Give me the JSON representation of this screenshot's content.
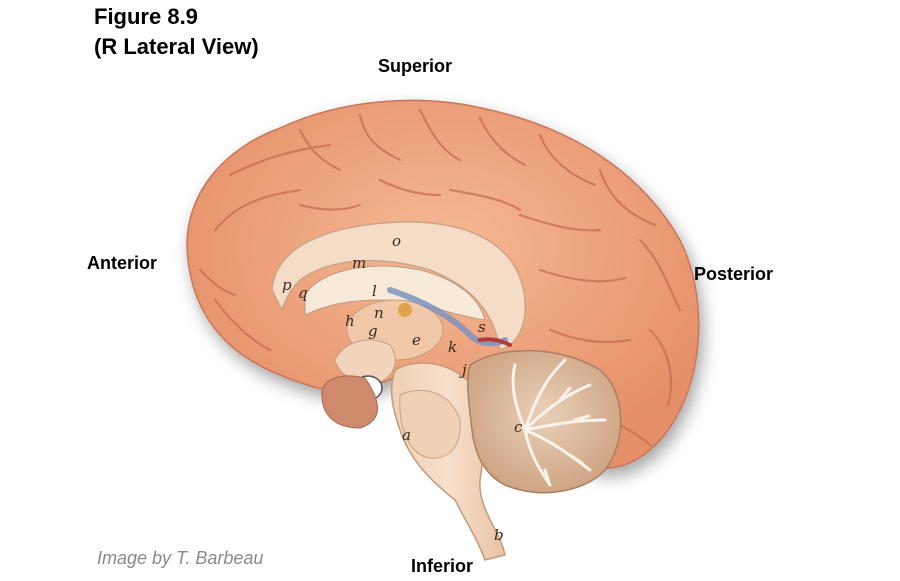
{
  "figure": {
    "title_line1": "Figure 8.9",
    "title_line2": "(R Lateral View)"
  },
  "orientation": {
    "superior": "Superior",
    "anterior": "Anterior",
    "posterior": "Posterior",
    "inferior": "Inferior"
  },
  "credit": "Image by T. Barbeau",
  "model_letters": [
    "o",
    "m",
    "p",
    "q",
    "l",
    "n",
    "g",
    "h",
    "e",
    "s",
    "k",
    "j",
    "a",
    "c",
    "b"
  ],
  "colors": {
    "cortex": "#f2a982",
    "cortex_dark": "#d98462",
    "white_matter": "#f6ddc9",
    "cerebellum": "#e4bfa3",
    "brainstem": "#f3d2b8",
    "ventricle_blue": "#7b93bf",
    "accent_red": "#b23a3a"
  }
}
